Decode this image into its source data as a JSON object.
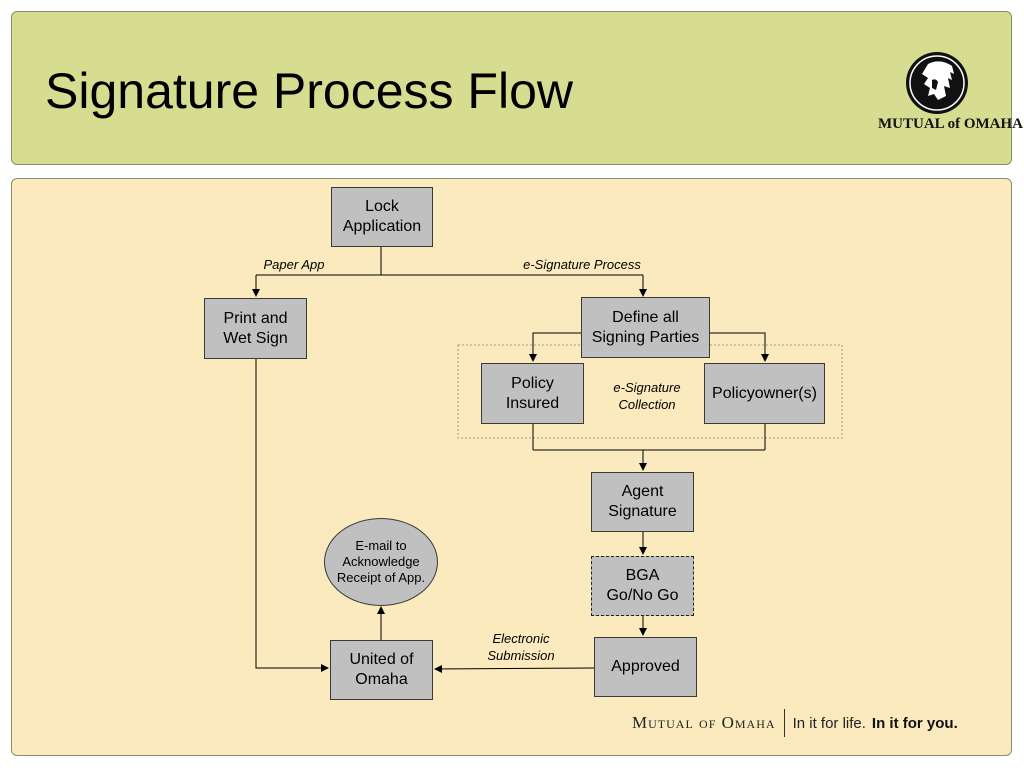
{
  "header": {
    "title": "Signature Process Flow",
    "logo_text": "MUTUAL of OMAHA"
  },
  "nodes": {
    "lock_application": "Lock\nApplication",
    "print_wet_sign": "Print and\nWet Sign",
    "define_parties": "Define all\nSigning Parties",
    "policy_insured": "Policy\nInsured",
    "policyowner": "Policyowner(s)",
    "agent_signature": "Agent\nSignature",
    "bga": "BGA\nGo/No Go",
    "approved": "Approved",
    "united_of_omaha": "United of\nOmaha",
    "email_ack": "E-mail to\nAcknowledge\nReceipt of App."
  },
  "edge_labels": {
    "paper_app": "Paper App",
    "esignature_process": "e-Signature Process",
    "esignature_collection": "e-Signature\nCollection",
    "electronic_submission": "Electronic\nSubmission"
  },
  "footer": {
    "brand": "Mutual of Omaha",
    "tagline": "In it for life.",
    "tagline_bold": "In it for you."
  },
  "colors": {
    "header_bg": "#d6dd91",
    "body_bg": "#faeabd",
    "node_fill": "#c0c0c0"
  }
}
